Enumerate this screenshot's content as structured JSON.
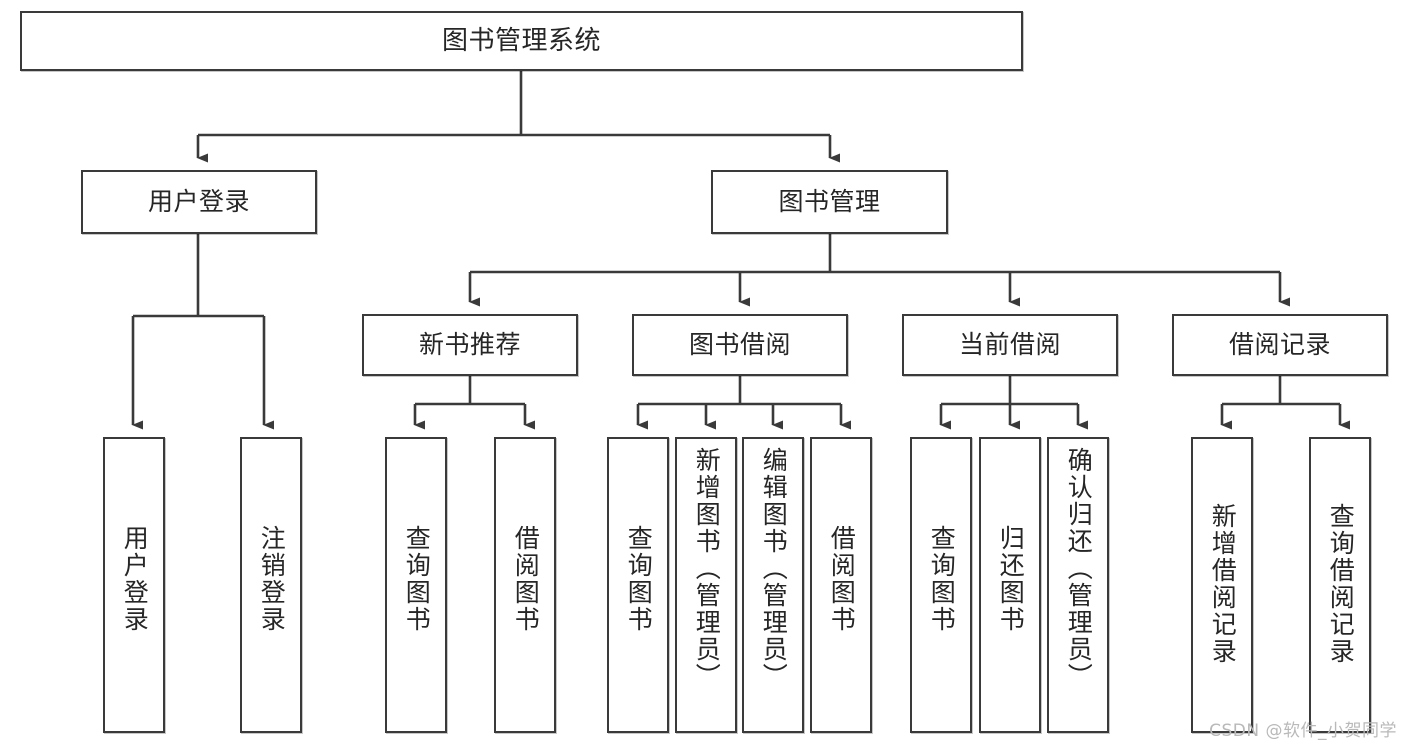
{
  "diagram": {
    "type": "tree-hierarchy",
    "title": "图书管理系统",
    "watermark": "CSDN @软件_小贺同学",
    "colors": {
      "node_border": "#3a3a3a",
      "node_fill": "#ffffff",
      "edge": "#3a3a3a",
      "text": "#262626",
      "watermark": "#b9b9b9"
    },
    "nodes": {
      "root": {
        "label": "图书管理系统"
      },
      "level2": [
        {
          "id": "user-login",
          "label": "用户登录"
        },
        {
          "id": "book-management",
          "label": "图书管理"
        }
      ],
      "level3": [
        {
          "id": "new-book-recommend",
          "label": "新书推荐"
        },
        {
          "id": "book-borrow",
          "label": "图书借阅"
        },
        {
          "id": "current-borrow",
          "label": "当前借阅"
        },
        {
          "id": "borrow-record",
          "label": "借阅记录"
        }
      ],
      "leaves": [
        {
          "id": "leaf-user-login",
          "label": "用户登录",
          "parent": "user-login"
        },
        {
          "id": "leaf-logout-login",
          "label": "注销登录",
          "parent": "user-login"
        },
        {
          "id": "leaf-query-book-1",
          "label": "查询图书",
          "parent": "new-book-recommend"
        },
        {
          "id": "leaf-borrow-book-1",
          "label": "借阅图书",
          "parent": "new-book-recommend"
        },
        {
          "id": "leaf-query-book-2",
          "label": "查询图书",
          "parent": "book-borrow"
        },
        {
          "id": "leaf-add-book",
          "label": "新增图书（管理员）",
          "parent": "book-borrow"
        },
        {
          "id": "leaf-edit-book",
          "label": "编辑图书（管理员）",
          "parent": "book-borrow"
        },
        {
          "id": "leaf-borrow-book-2",
          "label": "借阅图书",
          "parent": "book-borrow"
        },
        {
          "id": "leaf-query-book-3",
          "label": "查询图书",
          "parent": "current-borrow"
        },
        {
          "id": "leaf-return-book",
          "label": "归还图书",
          "parent": "current-borrow"
        },
        {
          "id": "leaf-confirm-return",
          "label": "确认归还（管理员）",
          "parent": "current-borrow"
        },
        {
          "id": "leaf-add-record",
          "label": "新增借阅记录",
          "parent": "borrow-record"
        },
        {
          "id": "leaf-query-record",
          "label": "查询借阅记录",
          "parent": "borrow-record"
        }
      ]
    }
  }
}
